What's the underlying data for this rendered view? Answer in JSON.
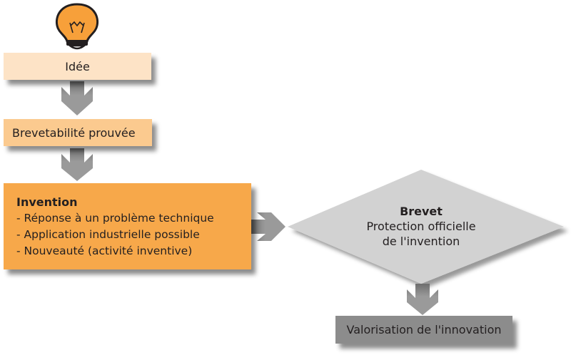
{
  "steps": {
    "idea": "Idée",
    "patentability": "Brevetabilité prouvée",
    "invention": {
      "title": "Invention",
      "items": [
        "- Réponse à un problème technique",
        "- Application industrielle possible",
        "- Nouveauté (activité inventive)"
      ]
    },
    "patent": {
      "title": "Brevet",
      "line1": "Protection officielle",
      "line2": "de l'invention"
    },
    "valorisation": "Valorisation de l'innovation"
  },
  "colors": {
    "idea": "#fde3c6",
    "patentability": "#fbca8f",
    "invention": "#f7a84a",
    "patent": "#d2d2d2",
    "valorisation": "#8c8c8c",
    "arrow": "#8f8f8f",
    "bulb": "#f7a03a"
  }
}
